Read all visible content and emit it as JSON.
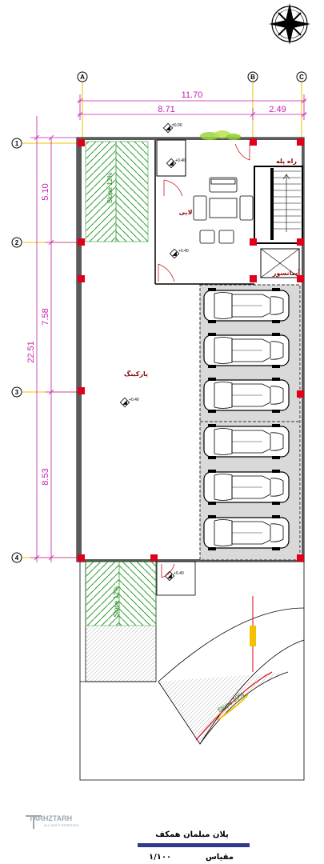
{
  "dimensions": {
    "width_total": "11.70",
    "width_left": "8.71",
    "width_right": "2.49",
    "height_total": "22.51",
    "height_seg_1": "5.10",
    "height_seg_2": "7.58",
    "height_seg_3": "8.53"
  },
  "axes": {
    "columns": [
      "A",
      "B",
      "C"
    ],
    "rows": [
      "1",
      "2",
      "3",
      "4"
    ]
  },
  "rooms": {
    "lobby": "لابی",
    "stairs": "راه پله",
    "elevator": "آسانسور",
    "parking": "پارکینگ"
  },
  "levels": {
    "entrance": "±0.00",
    "lobby_upper": "+0.40",
    "lobby_lower": "+0.40",
    "parking": "+0.40",
    "ramp": "+0.40"
  },
  "ramps": {
    "lower_slope": "Slope 12%",
    "curved_slope": "Slope 10%"
  },
  "title_block": {
    "plan_name": "پلان مبلمان همکف",
    "scale_label": "مقیاس",
    "scale_value": "۱/۱۰۰",
    "logo_name": "TARHZTARH",
    "logo_sub": "ALL RIGHT RESERVED",
    "accent_color": "#2e3a8c"
  },
  "colors": {
    "dimension": "#c21fa8",
    "gridline": "#f2c200",
    "column": "#e0001b",
    "hatch": "#2f9e2f",
    "parking_bay": "#d9d9d9"
  },
  "icons": [
    "north-arrow-icon",
    "car-icon",
    "sofa-icon",
    "plant-icon"
  ]
}
